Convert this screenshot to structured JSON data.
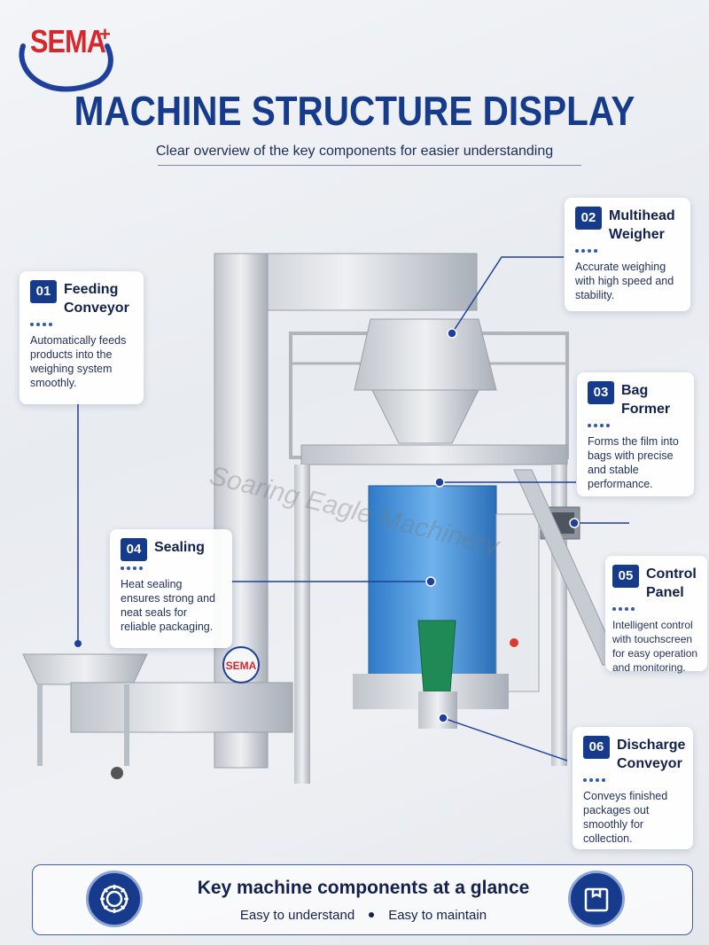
{
  "logo": {
    "text": "SEMA",
    "plus": "+"
  },
  "header": {
    "title": "MACHINE STRUCTURE DISPLAY",
    "subtitle": "Clear overview of the key components for easier understanding"
  },
  "watermark": "Soaring Eagle Machinery",
  "machine_badge": "SEMA",
  "callouts": [
    {
      "num": "01",
      "title_line1": "Feeding",
      "title_line2": "Conveyor",
      "desc": "Automatically feeds products into the weighing system smoothly."
    },
    {
      "num": "02",
      "title_line1": "Multihead",
      "title_line2": "Weigher",
      "desc": "Accurate weighing with high speed and stability."
    },
    {
      "num": "03",
      "title_line1": "Bag",
      "title_line2": "Former",
      "desc": "Forms the film into bags with precise and stable performance."
    },
    {
      "num": "04",
      "title_line1": "Sealing",
      "title_line2": "",
      "desc": "Heat sealing ensures strong and neat seals for reliable packaging."
    },
    {
      "num": "05",
      "title_line1": "Control",
      "title_line2": "Panel",
      "desc": "Intelligent control with touchscreen for easy operation and monitoring."
    },
    {
      "num": "06",
      "title_line1": "Discharge",
      "title_line2": "Conveyor",
      "desc": "Conveys finished packages out smoothly for collection."
    }
  ],
  "footer": {
    "title": "Key machine components at a glance",
    "item1": "Easy to understand",
    "item2": "Easy to maintain",
    "left_icon": "gear-icon",
    "right_icon": "package-box-icon"
  },
  "colors": {
    "brand_blue": "#163a8c",
    "logo_red": "#d8262b",
    "machine_blue": "#3f8fd8"
  }
}
